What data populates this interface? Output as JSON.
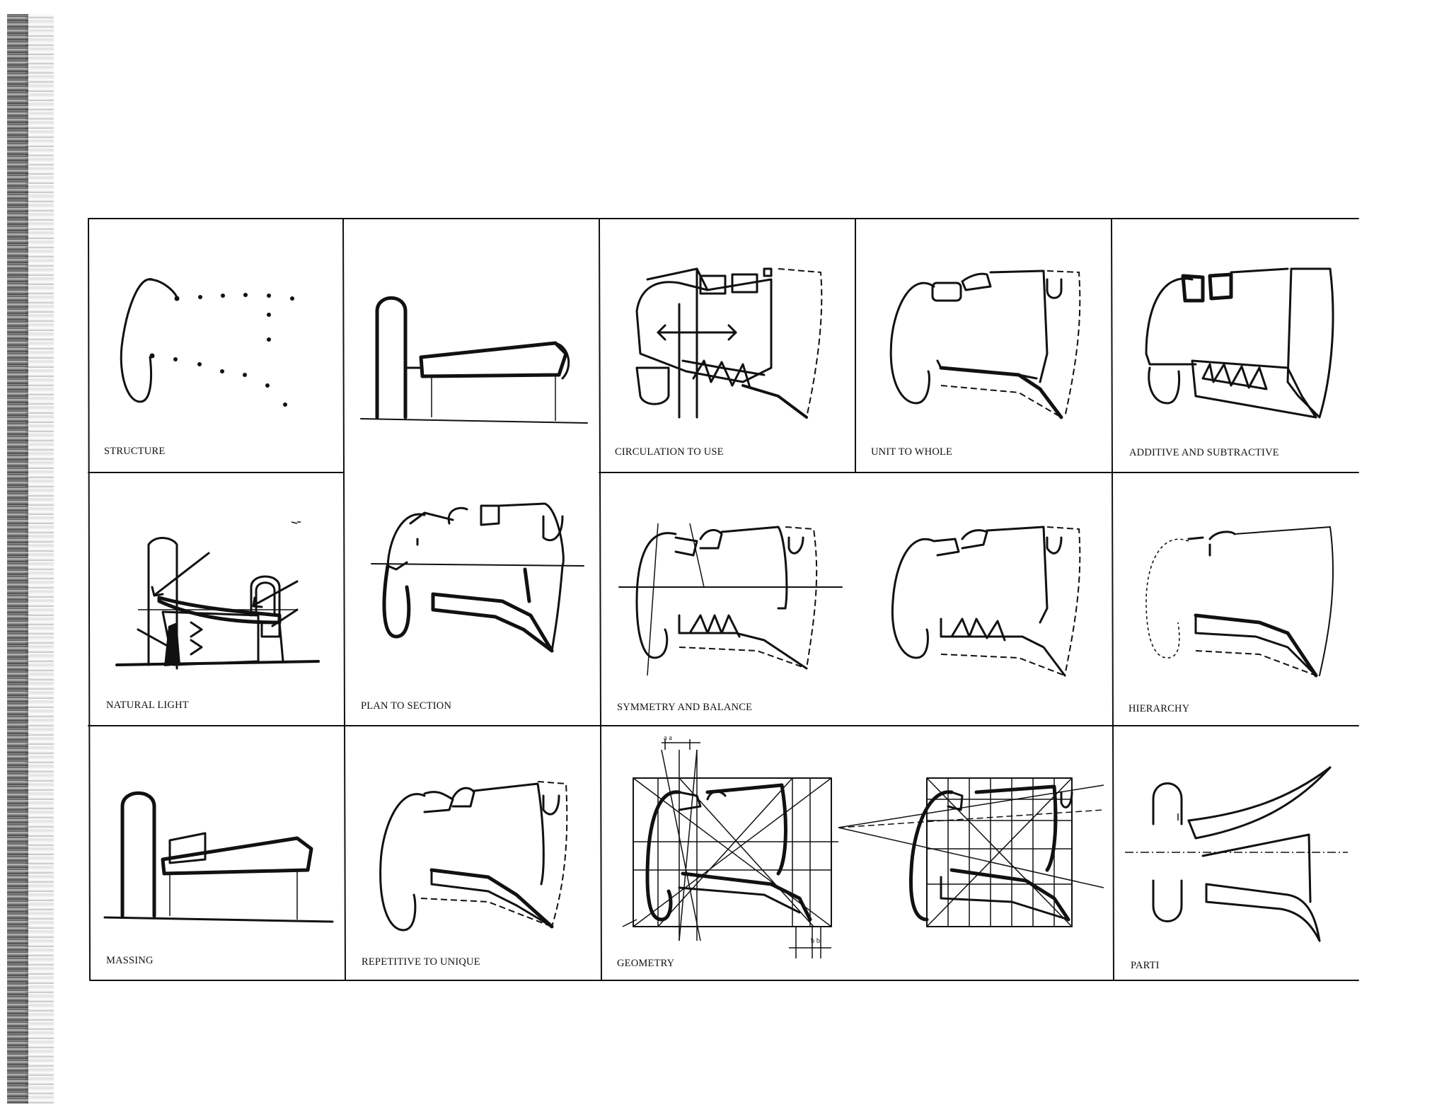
{
  "panels": [
    {
      "id": "structure",
      "label": "STRUCTURE"
    },
    {
      "id": "circulation",
      "label": "CIRCULATION TO USE"
    },
    {
      "id": "unit",
      "label": "UNIT TO WHOLE"
    },
    {
      "id": "additive",
      "label": "ADDITIVE AND SUBTRACTIVE"
    },
    {
      "id": "light",
      "label": "NATURAL LIGHT"
    },
    {
      "id": "plan",
      "label": "PLAN TO SECTION"
    },
    {
      "id": "symmetry",
      "label": "SYMMETRY AND BALANCE"
    },
    {
      "id": "hierarchy",
      "label": "HIERARCHY"
    },
    {
      "id": "massing",
      "label": "MASSING"
    },
    {
      "id": "repetitive",
      "label": "REPETITIVE TO UNIQUE"
    },
    {
      "id": "geometry",
      "label": "GEOMETRY"
    },
    {
      "id": "parti",
      "label": "PARTI"
    }
  ],
  "geometry_marks": {
    "top": "a a",
    "bottom": "b b"
  }
}
